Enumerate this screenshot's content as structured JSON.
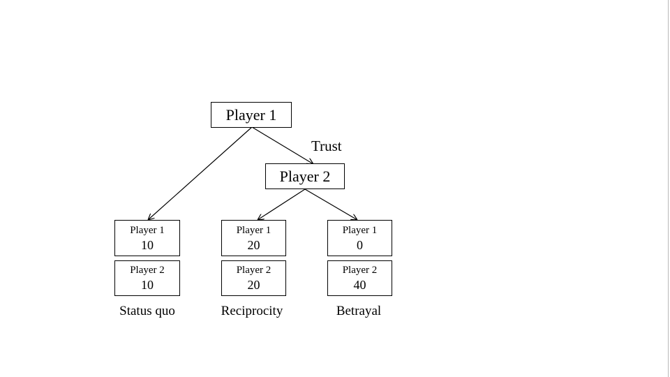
{
  "nodes": {
    "root": "Player 1",
    "second": "Player 2"
  },
  "edges": {
    "trust": "Trust"
  },
  "outcomes": [
    {
      "label": "Status quo",
      "p1_label": "Player 1",
      "p1_value": "10",
      "p2_label": "Player 2",
      "p2_value": "10"
    },
    {
      "label": "Reciprocity",
      "p1_label": "Player 1",
      "p1_value": "20",
      "p2_label": "Player 2",
      "p2_value": "20"
    },
    {
      "label": "Betrayal",
      "p1_label": "Player 1",
      "p1_value": "0",
      "p2_label": "Player 2",
      "p2_value": "40"
    }
  ]
}
